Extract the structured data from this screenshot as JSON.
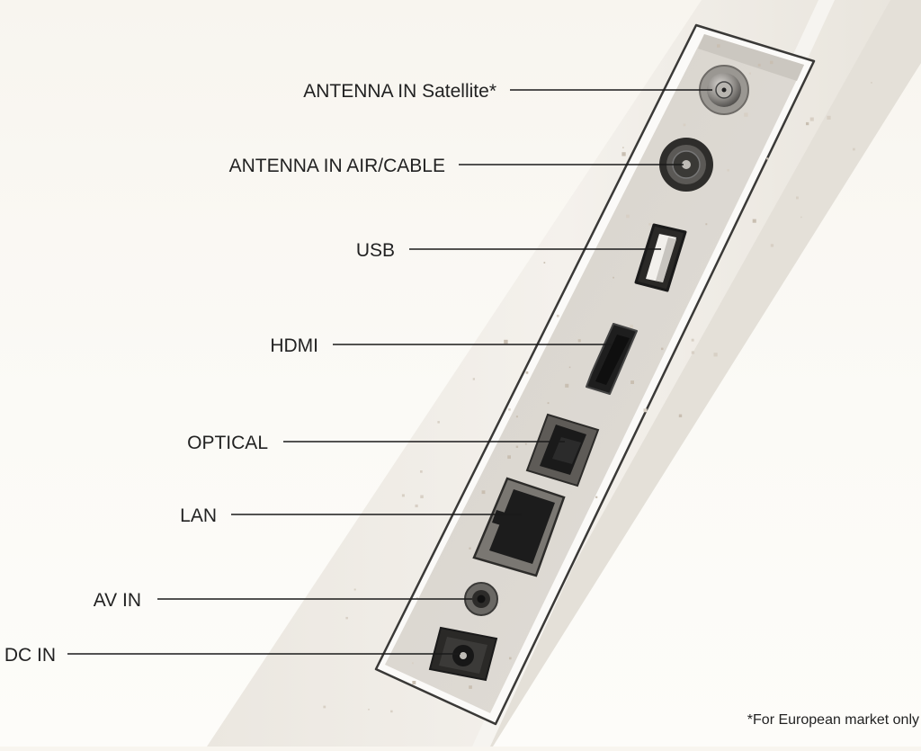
{
  "ports": [
    {
      "id": "antenna-satellite",
      "label": "ANTENNA IN Satellite*"
    },
    {
      "id": "antenna-air-cable",
      "label": "ANTENNA IN AIR/CABLE"
    },
    {
      "id": "usb",
      "label": "USB"
    },
    {
      "id": "hdmi",
      "label": "HDMI"
    },
    {
      "id": "optical",
      "label": "OPTICAL"
    },
    {
      "id": "lan",
      "label": "LAN"
    },
    {
      "id": "av-in",
      "label": "AV IN"
    },
    {
      "id": "dc-in",
      "label": "DC IN"
    }
  ],
  "footnote": "*For European market only",
  "colors": {
    "background": "#f9f7f2",
    "panel_body": "#f1eee8",
    "recess": "#dcd8d1",
    "port_dark": "#1e1e1e",
    "leader_line": "#1a1a1a"
  }
}
